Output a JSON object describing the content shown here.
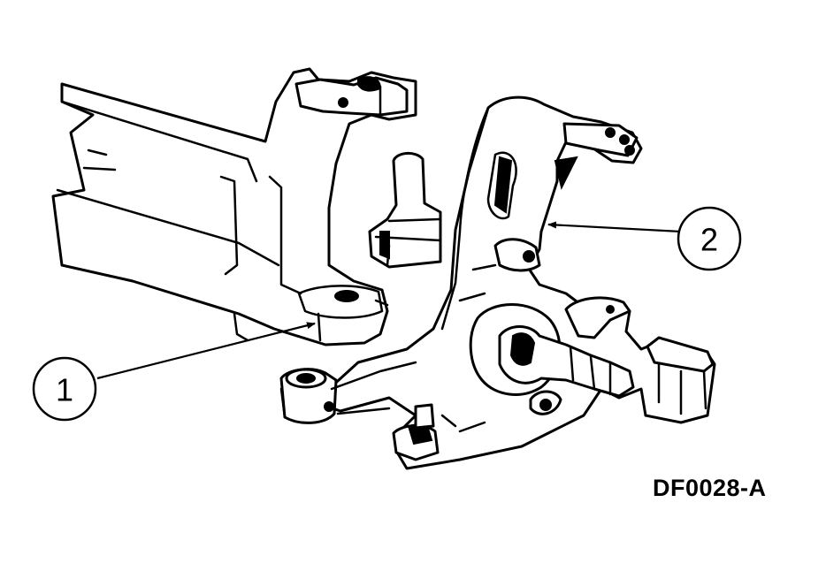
{
  "callouts": [
    {
      "id": "1",
      "label": "1"
    },
    {
      "id": "2",
      "label": "2"
    }
  ],
  "figure_code": "DF0028-A",
  "colors": {
    "ink": "#000000",
    "paper": "#ffffff"
  }
}
